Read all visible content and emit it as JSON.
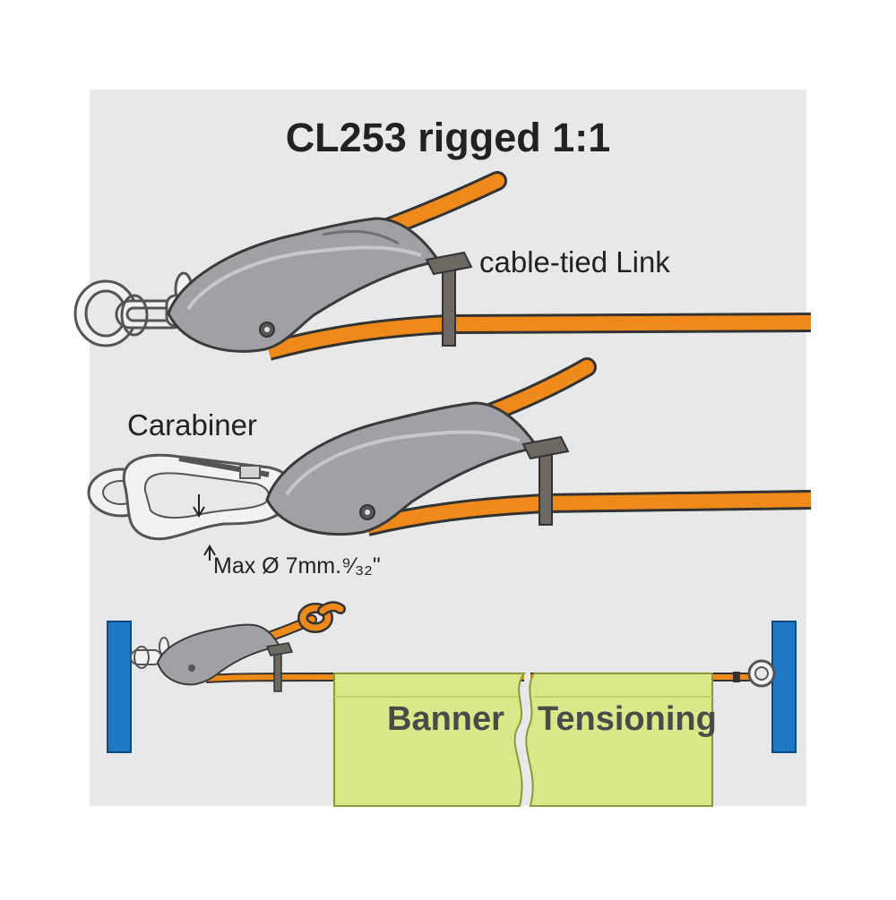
{
  "diagram": {
    "title": "CL253 rigged 1:1",
    "labels": {
      "cable_tied_link": "cable-tied Link",
      "carabiner": "Carabiner",
      "max_diameter": "Max Ø 7mm.⁹⁄₃₂\""
    },
    "banner": {
      "word_left": "Banner",
      "word_right": "Tensioning"
    },
    "colors": {
      "panel_background": "#e7e8e9",
      "rope": "#ef8a1a",
      "cleat_body": "#9fa1a4",
      "metal_hardware": "#f2f2f2",
      "cable_tie": "#6d6862",
      "post": "#1e78c3",
      "banner_fabric": "#d9e989"
    },
    "icons": [
      "rope-cleat-icon",
      "carabiner-icon",
      "chain-link-icon",
      "cable-tie-icon",
      "overhand-knot-icon",
      "ring-icon"
    ]
  }
}
